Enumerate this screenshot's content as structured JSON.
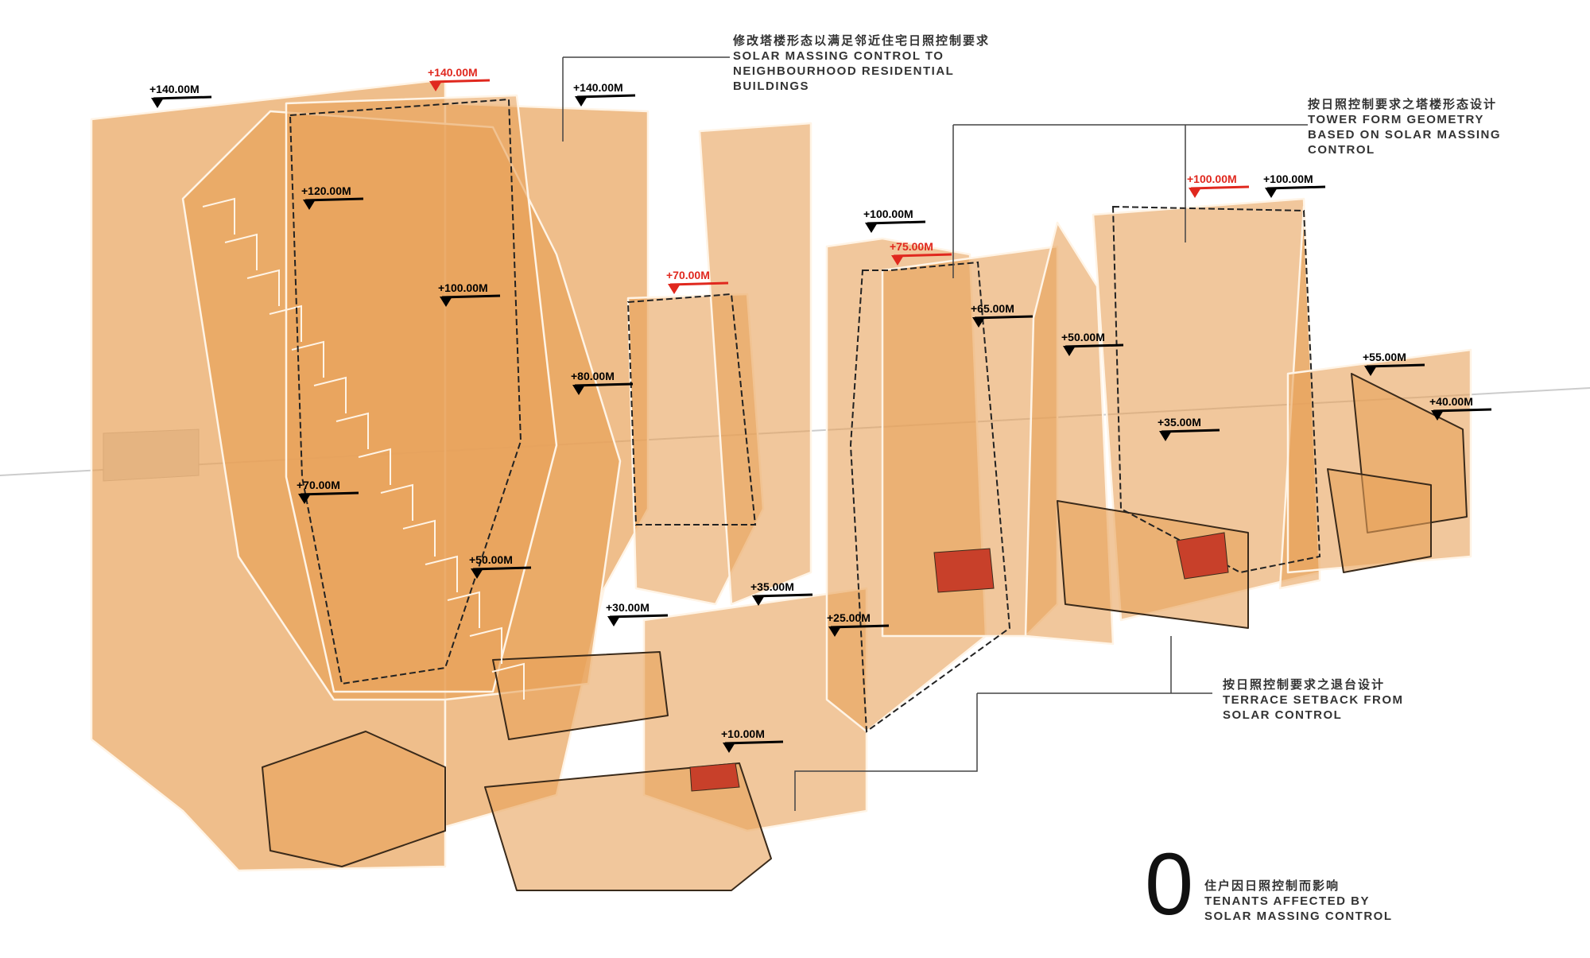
{
  "annotations": {
    "solar_neighbourhood": {
      "cn": "修改塔楼形态以满足邻近住宅日照控制要求",
      "en": [
        "SOLAR MASSING CONTROL TO",
        "NEIGHBOURHOOD RESIDENTIAL",
        "BUILDINGS"
      ]
    },
    "tower_form": {
      "cn": "按日照控制要求之塔楼形态设计",
      "en": [
        "TOWER FORM GEOMETRY",
        "BASED ON SOLAR MASSING",
        "CONTROL"
      ]
    },
    "terrace_setback": {
      "cn": "按日照控制要求之退台设计",
      "en": [
        "TERRACE SETBACK FROM",
        "SOLAR CONTROL"
      ]
    }
  },
  "tenants": {
    "count": "0",
    "cn": "住户因日照控制而影响",
    "en": [
      "TENANTS AFFECTED BY",
      "SOLAR MASSING CONTROL"
    ]
  },
  "colors": {
    "massing": "#e8a25a",
    "massing_edge": "#fff4e6",
    "highlight": "#e0281e",
    "marker": "#000000"
  },
  "elevation_markers": [
    {
      "label": "+140.00M",
      "highlight": false
    },
    {
      "label": "+140.00M",
      "highlight": true
    },
    {
      "label": "+140.00M",
      "highlight": false
    },
    {
      "label": "+120.00M",
      "highlight": false
    },
    {
      "label": "+100.00M",
      "highlight": false
    },
    {
      "label": "+80.00M",
      "highlight": false
    },
    {
      "label": "+70.00M",
      "highlight": true
    },
    {
      "label": "+70.00M",
      "highlight": false
    },
    {
      "label": "+50.00M",
      "highlight": false
    },
    {
      "label": "+35.00M",
      "highlight": false
    },
    {
      "label": "+30.00M",
      "highlight": false
    },
    {
      "label": "+25.00M",
      "highlight": false
    },
    {
      "label": "+10.00M",
      "highlight": false
    },
    {
      "label": "+100.00M",
      "highlight": false
    },
    {
      "label": "+75.00M",
      "highlight": true
    },
    {
      "label": "+65.00M",
      "highlight": false
    },
    {
      "label": "+50.00M",
      "highlight": false
    },
    {
      "label": "+35.00M",
      "highlight": false
    },
    {
      "label": "+100.00M",
      "highlight": true
    },
    {
      "label": "+100.00M",
      "highlight": false
    },
    {
      "label": "+55.00M",
      "highlight": false
    },
    {
      "label": "+40.00M",
      "highlight": false
    }
  ]
}
